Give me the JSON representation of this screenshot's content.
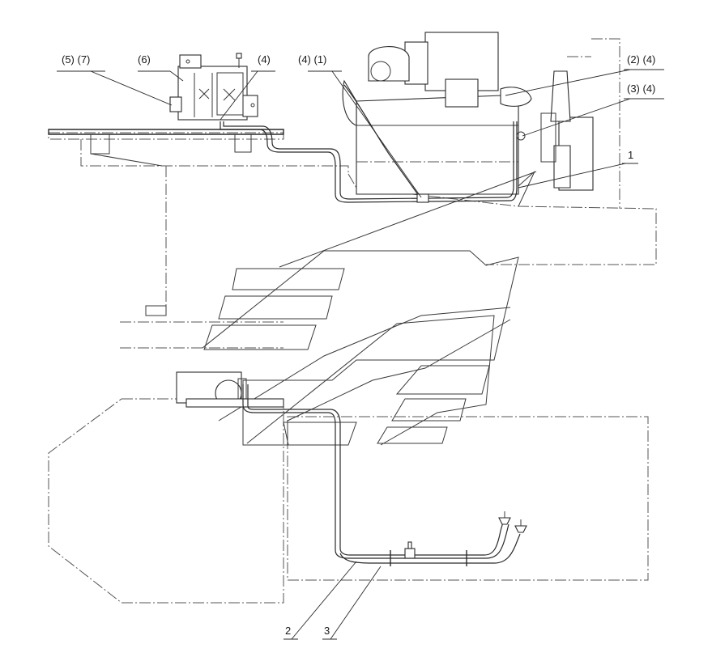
{
  "labels": {
    "l57": "(5) (7)",
    "l6": "(6)",
    "l4a": "(4)",
    "l41": "(4) (1)",
    "l24": "(2) (4)",
    "l34": "(3) (4)",
    "l1": "1",
    "l2": "2",
    "l3": "3"
  }
}
